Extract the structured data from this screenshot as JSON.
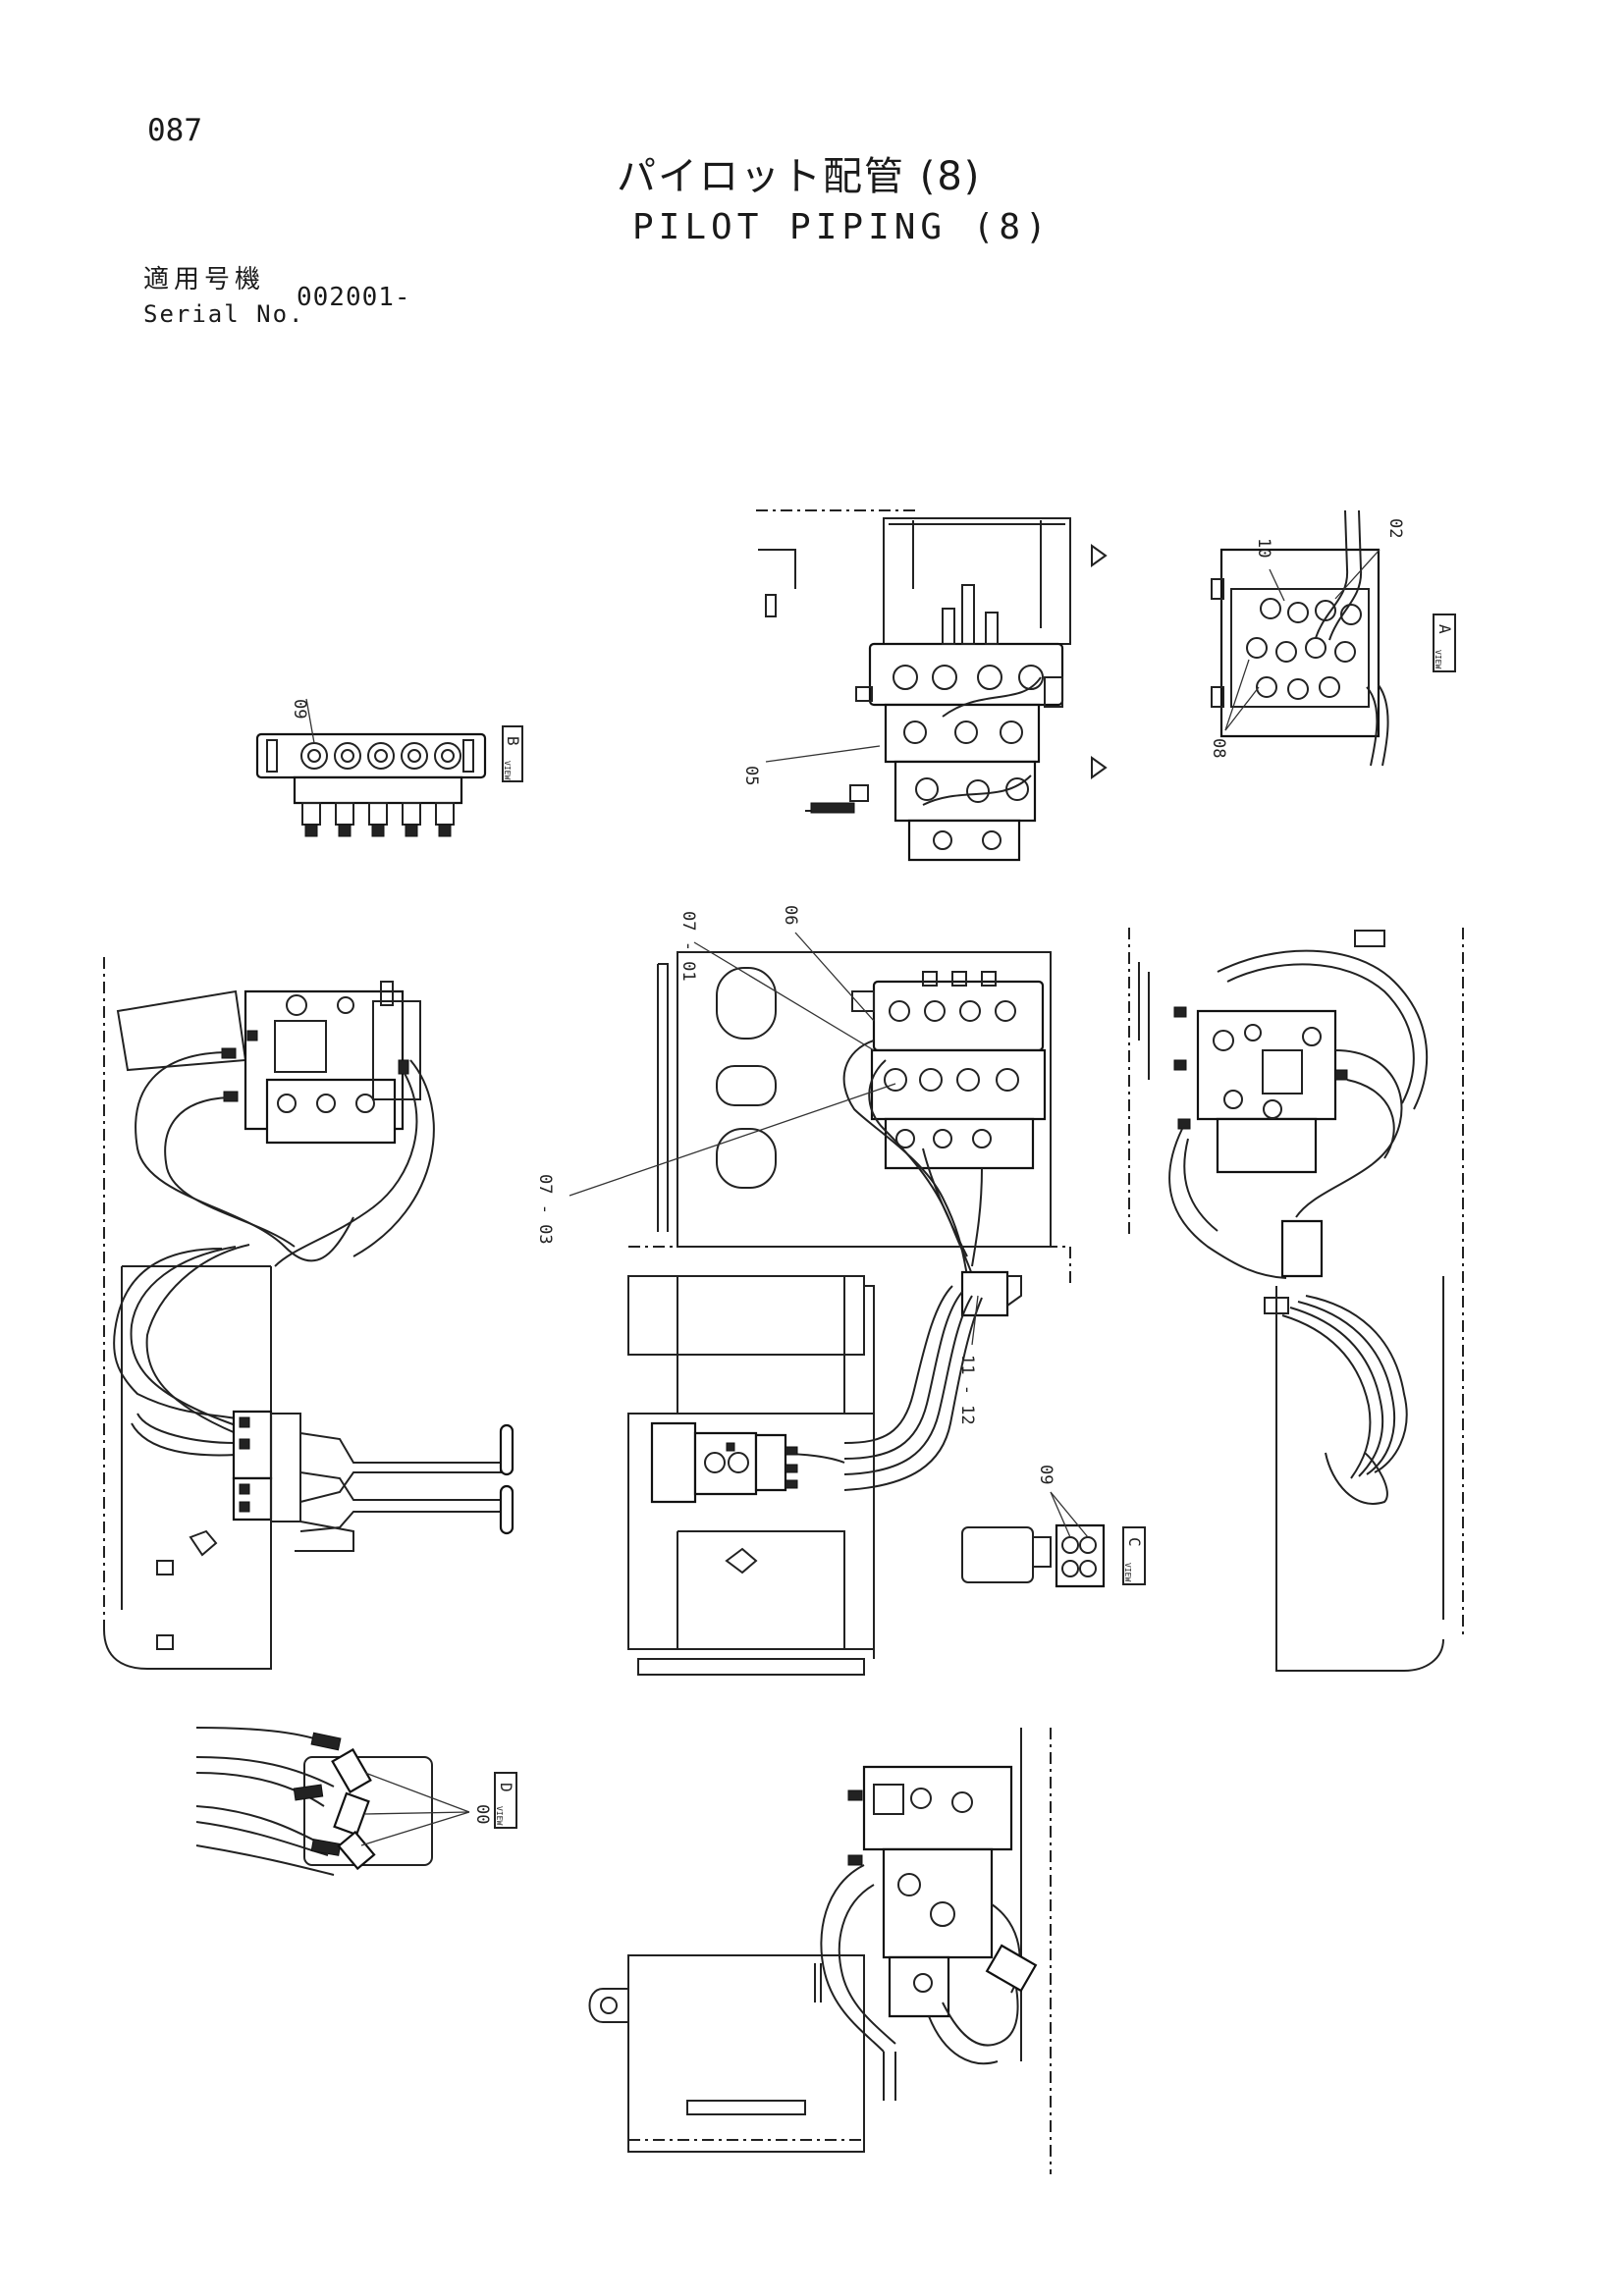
{
  "header": {
    "page_number": "087",
    "title_jp": "パイロット配管 (8)",
    "title_en": "PILOT PIPING (8)",
    "serial_label_jp": "適用号機",
    "serial_label_en": "Serial No.",
    "serial_value": "002001-"
  },
  "callouts": {
    "c09a": "09",
    "c05": "05",
    "c10": "10",
    "c02": "02",
    "c08": "08",
    "c0701": "07 - 01",
    "c06": "06",
    "c0703": "07 - 03",
    "c1112": "11 - 12",
    "c09b": "09",
    "c00": "00"
  },
  "views": {
    "a": {
      "label": "A",
      "caption": "VIEW"
    },
    "b": {
      "label": "B",
      "caption": "VIEW"
    },
    "c": {
      "label": "C",
      "caption": "VIEW"
    },
    "d": {
      "label": "D",
      "caption": "VIEW"
    }
  }
}
